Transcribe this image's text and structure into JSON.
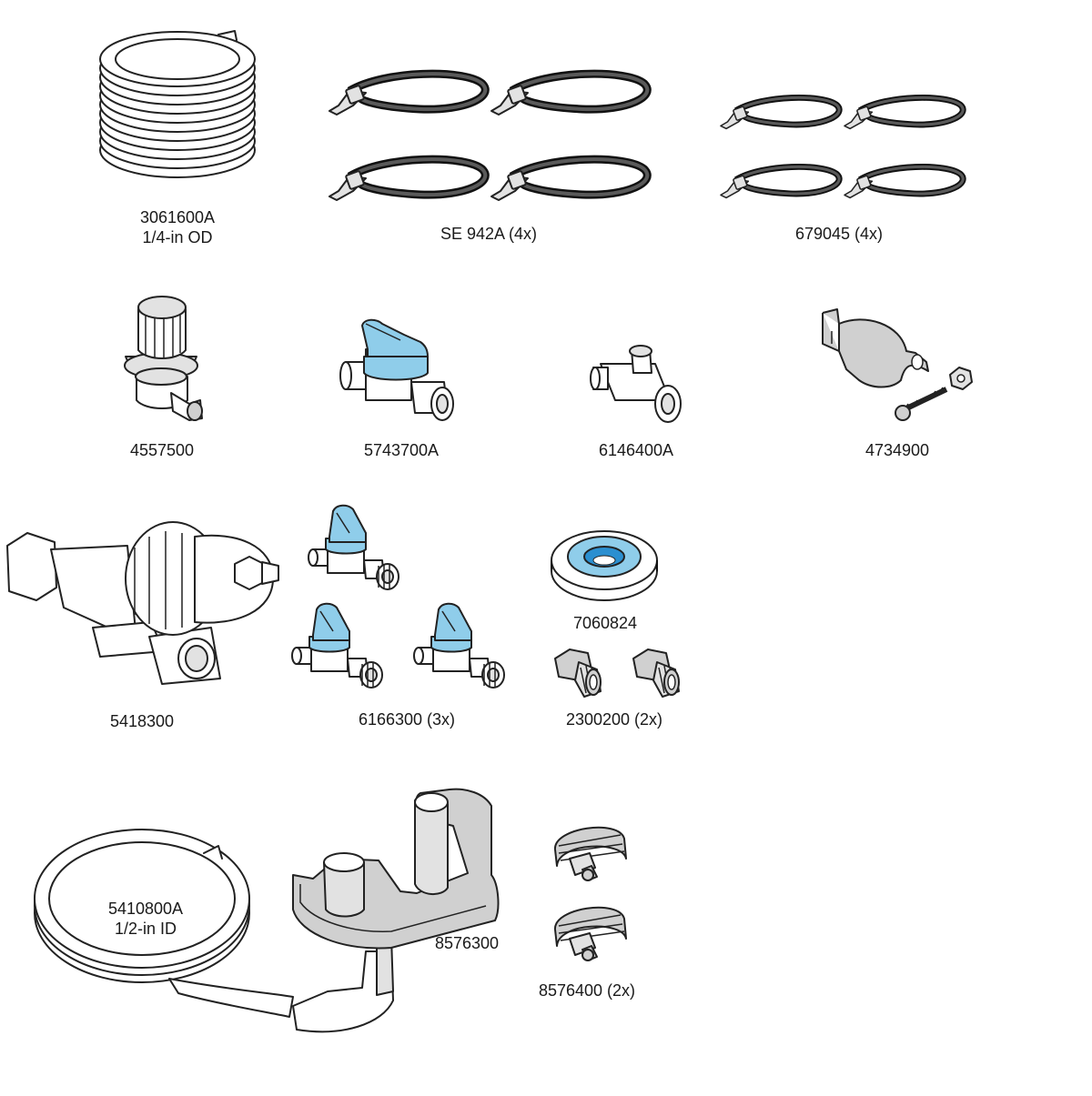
{
  "colors": {
    "accent_blue": "#8fcdea",
    "accent_blue_dark": "#2b8fd0",
    "part_gray": "#d0d0d0"
  },
  "parts": {
    "tubing_quarter": {
      "part_no": "3061600A",
      "desc": "1/4-in OD",
      "icon": "coiled-tubing"
    },
    "ties_large": {
      "part_no": "SE 942A (4x)",
      "icon": "cable-ties"
    },
    "ties_small": {
      "part_no": "679045 (4x)",
      "icon": "cable-ties"
    },
    "regulator": {
      "part_no": "4557500",
      "icon": "pressure-regulator"
    },
    "shutoff_valve": {
      "part_no": "5743700A",
      "icon": "shutoff-valve"
    },
    "tee_fitting": {
      "part_no": "6146400A",
      "icon": "tee-fitting"
    },
    "pipe_clamp": {
      "part_no": "4734900",
      "icon": "pipe-clamp-with-screw-and-nut"
    },
    "filter_housing": {
      "part_no": "5418300",
      "icon": "filter-housing"
    },
    "valves_set": {
      "part_no": "6166300 (3x)",
      "icon": "shutoff-valve"
    },
    "ptfe_tape": {
      "part_no": "7060824",
      "icon": "thread-seal-tape"
    },
    "adapters": {
      "part_no": "2300200 (2x)",
      "icon": "threaded-adapter"
    },
    "drain_tubing": {
      "part_no": "5410800A",
      "desc": "1/2-in ID",
      "icon": "coiled-tubing"
    },
    "drain_saddle": {
      "part_no": "8576300",
      "icon": "drain-saddle"
    },
    "hose_clamps": {
      "part_no": "8576400 (2x)",
      "icon": "hose-clamp"
    }
  }
}
